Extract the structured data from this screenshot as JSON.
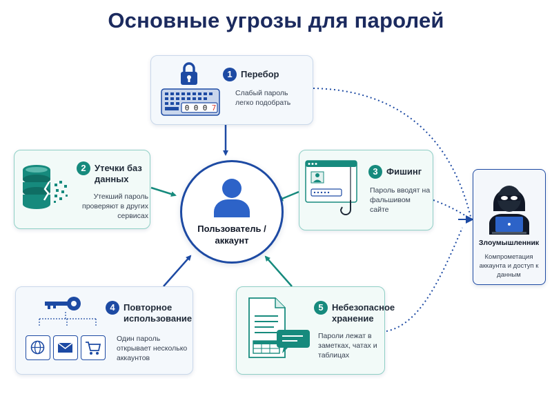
{
  "title": "Основные угрозы для паролей",
  "center": {
    "label": "Пользователь / аккаунт"
  },
  "threats": [
    {
      "number": "1",
      "title": "Перебор",
      "description": "Слабый пароль легко подобрать",
      "code_digits": [
        "0",
        "0",
        "0",
        "7"
      ]
    },
    {
      "number": "2",
      "title": "Утечки баз данных",
      "description": "Утекший пароль проверяют в других сервисах"
    },
    {
      "number": "3",
      "title": "Фишинг",
      "description": "Пароль вводят на фальшивом сайте"
    },
    {
      "number": "4",
      "title": "Повторное использование",
      "description": "Один пароль открывает несколько аккаунтов"
    },
    {
      "number": "5",
      "title": "Небезопасное хранение",
      "description": "Пароли лежат в заметках, чатах и таблицах"
    }
  ],
  "attacker": {
    "title": "Злоумышленник",
    "description": "Компрометация аккаунта и доступ к данным"
  },
  "colors": {
    "navy": "#1d4aa3",
    "teal": "#168a7d",
    "title": "#1b2a5e"
  }
}
